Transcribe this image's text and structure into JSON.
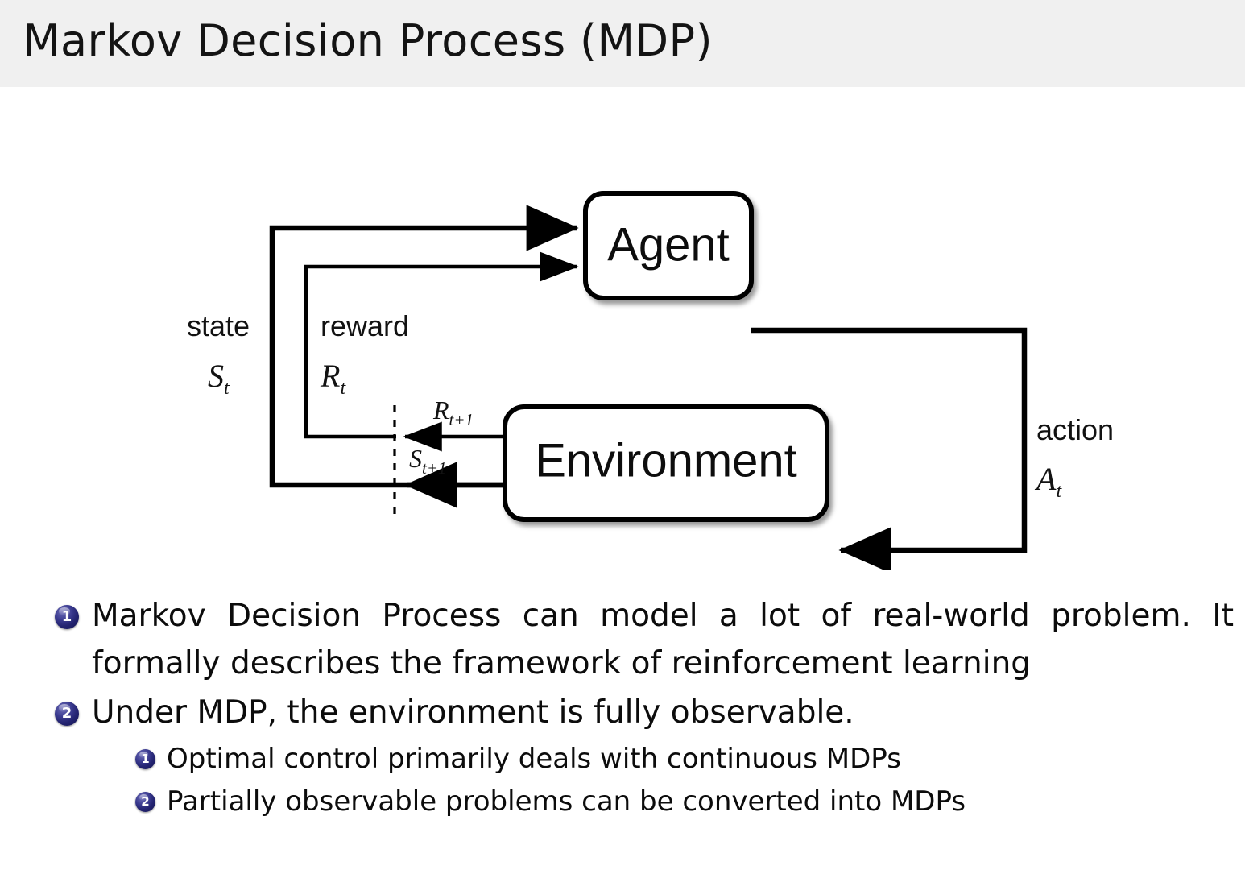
{
  "slide": {
    "title": "Markov Decision Process (MDP)",
    "header_bg": "#f0f0f0",
    "body_bg": "#ffffff",
    "text_color": "#0c0c0c"
  },
  "diagram": {
    "name": "agent-environment-interaction-loop",
    "nodes": [
      {
        "id": "agent",
        "label": "Agent"
      },
      {
        "id": "environment",
        "label": "Environment"
      }
    ],
    "edges": [
      {
        "id": "state",
        "word": "state",
        "symbol": "S",
        "subscript": "t",
        "from": "environment",
        "to": "agent"
      },
      {
        "id": "reward",
        "word": "reward",
        "symbol": "R",
        "subscript": "t",
        "from": "environment",
        "to": "agent"
      },
      {
        "id": "action",
        "word": "action",
        "symbol": "A",
        "subscript": "t",
        "from": "agent",
        "to": "environment"
      }
    ],
    "next_step_labels": [
      {
        "id": "reward-next",
        "symbol": "R",
        "subscript": "t+1"
      },
      {
        "id": "state-next",
        "symbol": "S",
        "subscript": "t+1"
      }
    ],
    "stroke_color": "#000000"
  },
  "bullets": [
    {
      "level": 1,
      "number": "1",
      "text": "Markov Decision Process can model a lot of real-world problem. It formally describes the framework of reinforcement learning"
    },
    {
      "level": 1,
      "number": "2",
      "text": "Under MDP, the environment is fully observable."
    },
    {
      "level": 2,
      "number": "1",
      "text": "Optimal control primarily deals with continuous MDPs"
    },
    {
      "level": 2,
      "number": "2",
      "text": "Partially observable problems can be converted into MDPs"
    }
  ]
}
